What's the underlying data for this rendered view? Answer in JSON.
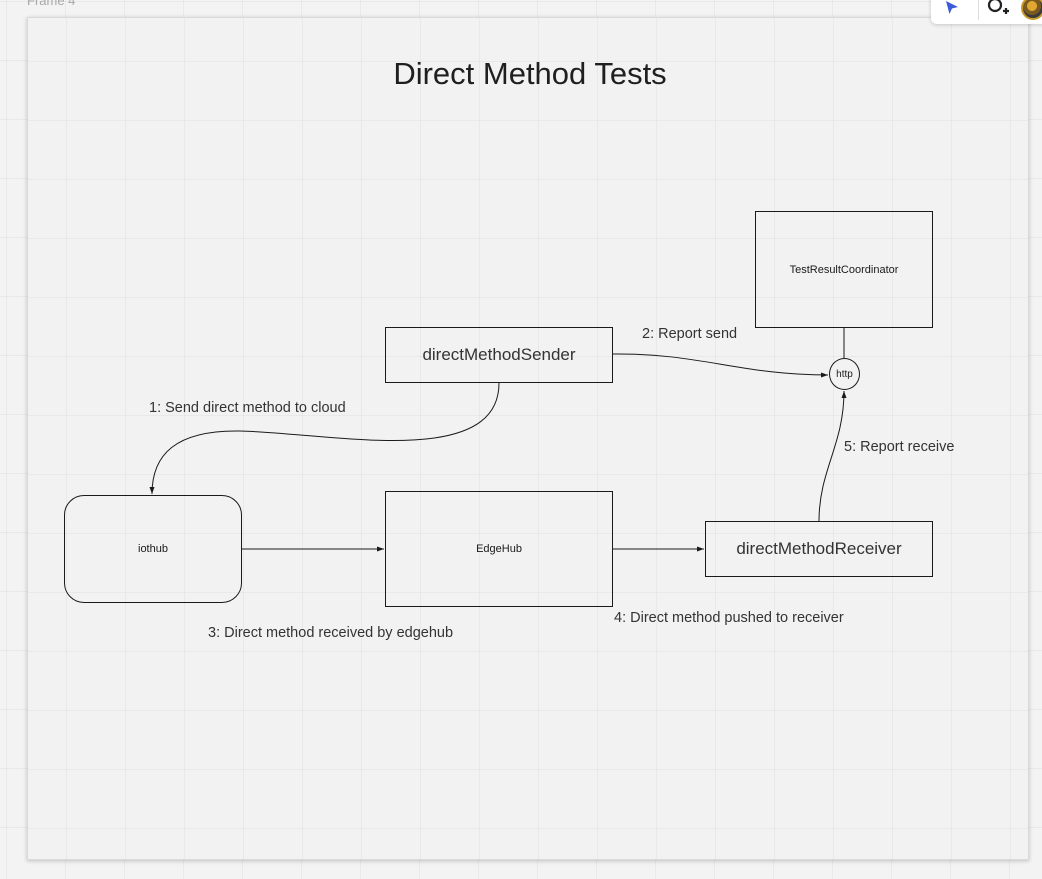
{
  "frame": {
    "label": "Frame 4",
    "title": "Direct Method Tests"
  },
  "nodes": {
    "test_result_coordinator": "TestResultCoordinator",
    "direct_method_sender": "directMethodSender",
    "http": "http",
    "iothub": "iothub",
    "edgehub": "EdgeHub",
    "direct_method_receiver": "directMethodReceiver"
  },
  "edges": {
    "step1": "1: Send direct method to cloud",
    "step2": "2: Report send",
    "step3": "3: Direct method received by edgehub",
    "step4": "4: Direct method pushed to receiver",
    "step5": "5: Report receive"
  },
  "toolbar": {
    "icons": [
      "cursor-icon",
      "add-user-icon",
      "user-avatar"
    ],
    "accent_color": "#3b5bdb"
  },
  "colors": {
    "canvas": "#f3f3f3",
    "frame": "#f2f2f2",
    "stroke": "#1a1a1a"
  }
}
